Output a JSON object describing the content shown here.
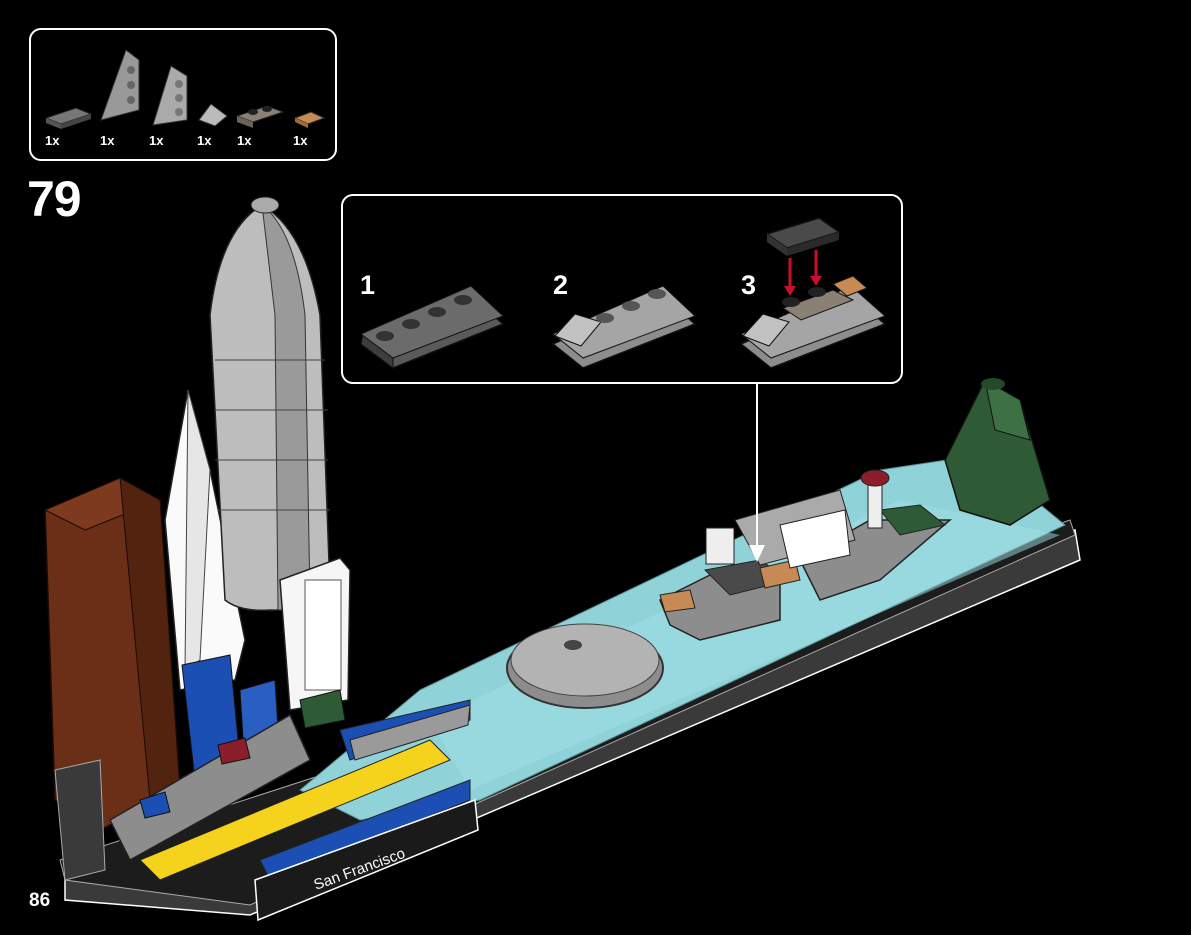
{
  "page": {
    "number": "86"
  },
  "step": {
    "number": "79"
  },
  "parts_list": [
    {
      "qty": "1x",
      "icon": "wedge-plate-dark-grey-icon"
    },
    {
      "qty": "1x",
      "icon": "wing-plate-left-grey-icon"
    },
    {
      "qty": "1x",
      "icon": "wing-plate-right-grey-icon"
    },
    {
      "qty": "1x",
      "icon": "slope-tile-grey-icon"
    },
    {
      "qty": "1x",
      "icon": "plate-1x2-dark-tan-icon"
    },
    {
      "qty": "1x",
      "icon": "tile-1x1-tan-icon"
    }
  ],
  "substeps": [
    {
      "label": "1"
    },
    {
      "label": "2"
    },
    {
      "label": "3"
    }
  ],
  "model": {
    "plaque_text": "San Francisco"
  },
  "colors": {
    "background": "#000000",
    "outline": "#ffffff",
    "arrow_red": "#c8102e",
    "water": "#8fd3d9",
    "grey": "#8d8d8d",
    "dark_grey": "#4a4a4a",
    "brown": "#6b2e16",
    "yellow": "#f5d21c",
    "blue": "#1c4fb3",
    "green": "#2f5a36"
  }
}
